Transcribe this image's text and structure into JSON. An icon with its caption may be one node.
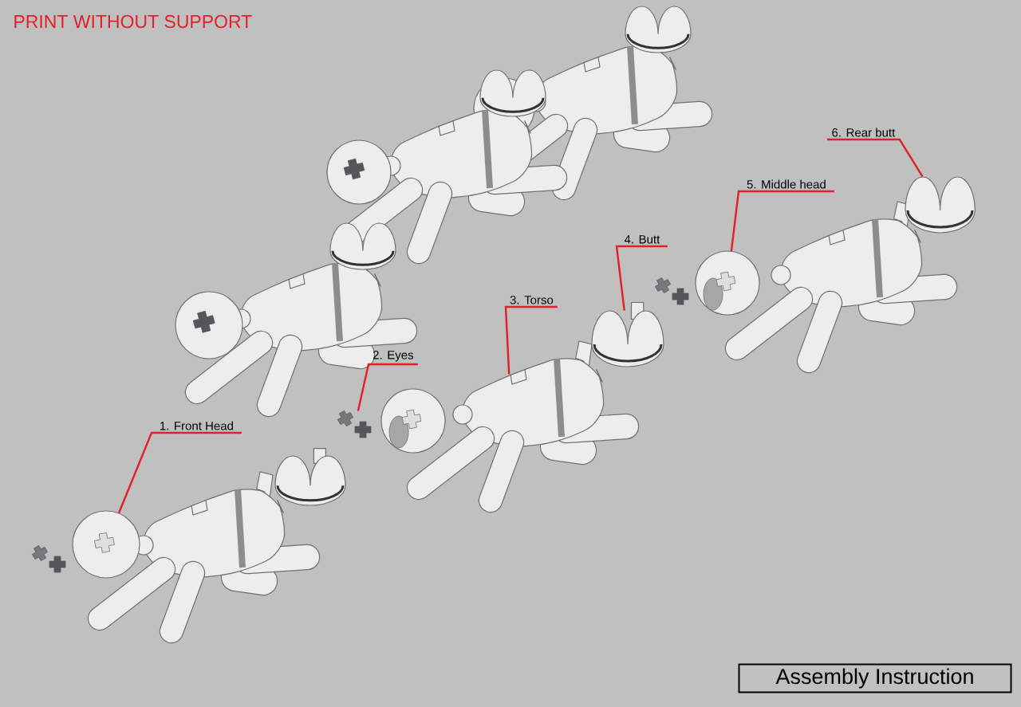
{
  "diagram": {
    "title": "PRINT WITHOUT SUPPORT",
    "nodes": [
      {
        "text": [
          "1. Front Head"
        ]
      },
      {
        "text": [
          "2. Eyes"
        ]
      },
      {
        "text": [
          "3. Torso"
        ]
      },
      {
        "text": [
          "4. Butt"
        ]
      },
      {
        "text": [
          "5. Middle head"
        ]
      },
      {
        "text": [
          "6. Rear butt"
        ]
      },
      {
        "text": [],
        "shape": "picture"
      },
      {
        "text": [],
        "shape": "picture"
      },
      {
        "text": [],
        "shape": "picture"
      },
      {
        "text": [],
        "shape": "picture"
      },
      {
        "text": [],
        "shape": "picture"
      },
      {
        "text": [],
        "shape": "picture"
      },
      {
        "text": [
          "Assembly Instruction"
        ]
      }
    ],
    "edges": [
      {
        "from": 0,
        "to": 6,
        "arrow": "none"
      },
      {
        "from": 1,
        "to": 7,
        "arrow": "none"
      },
      {
        "from": 2,
        "to": 8,
        "arrow": "none"
      },
      {
        "from": 3,
        "to": 9,
        "arrow": "none"
      },
      {
        "from": 4,
        "to": 10,
        "arrow": "none"
      },
      {
        "from": 5,
        "to": 11,
        "arrow": "none"
      }
    ]
  }
}
